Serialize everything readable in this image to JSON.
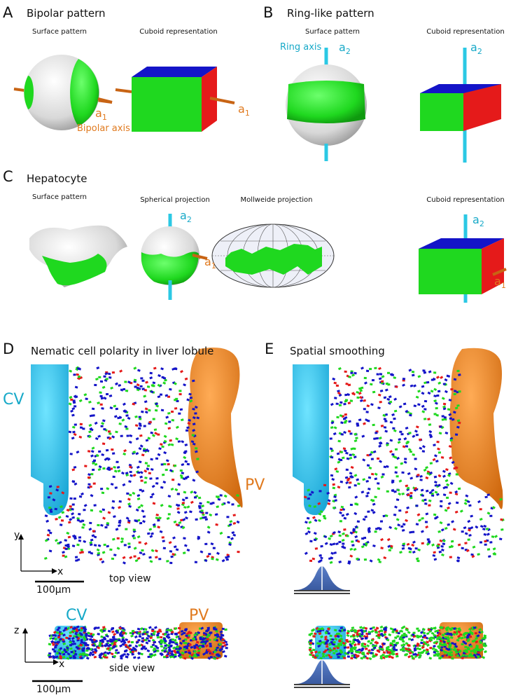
{
  "panels": {
    "A": {
      "letter": "A",
      "title": "Bipolar pattern",
      "sub1": "Surface pattern",
      "sub2": "Cuboid representation",
      "axis_lbl": "Bipolar axis",
      "a1": "a",
      "a1_sub": "1"
    },
    "B": {
      "letter": "B",
      "title": "Ring-like pattern",
      "sub1": "Surface pattern",
      "sub2": "Cuboid representation",
      "axis_lbl": "Ring axis",
      "a2": "a",
      "a2_sub": "2"
    },
    "C": {
      "letter": "C",
      "title": "Hepatocyte",
      "sub1": "Surface pattern",
      "sub2": "Spherical projection",
      "sub3": "Mollweide projection",
      "sub4": "Cuboid representation",
      "a": "a",
      "s1": "1",
      "s2": "2"
    },
    "D": {
      "letter": "D",
      "title": "Nematic cell polarity in liver lobule",
      "cv": "CV",
      "pv": "PV",
      "y": "y",
      "x": "x",
      "z": "z",
      "scale": "100μm",
      "top": "top view",
      "side": "side view"
    },
    "E": {
      "letter": "E",
      "title": "Spatial smoothing"
    }
  },
  "colors": {
    "green": "#1fd81f",
    "blue": "#1414c8",
    "red": "#e51a1a",
    "orange": "#e07a1f",
    "cyan": "#2bc8e4",
    "axis_orange": "#c86414"
  }
}
